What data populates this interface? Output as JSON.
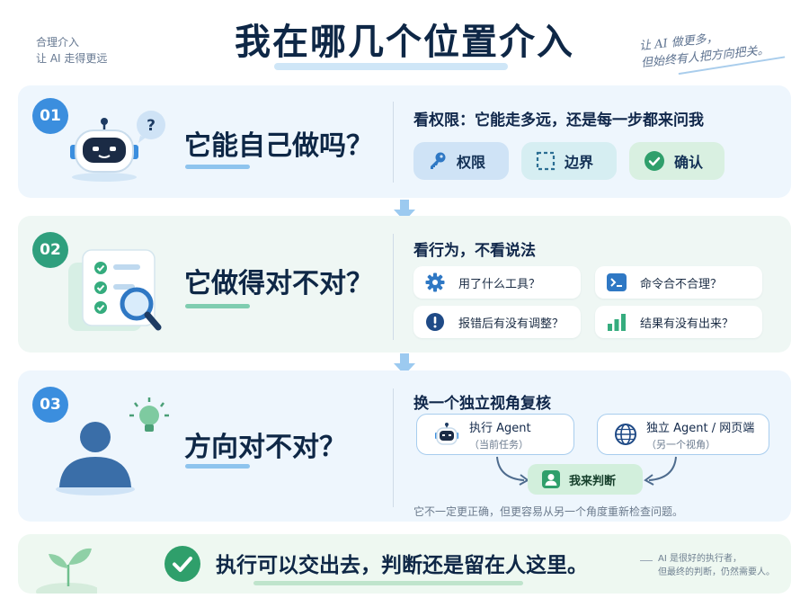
{
  "header": {
    "title": "我在哪几个位置介入",
    "left_note": [
      "合理介入",
      "让 AI 走得更远"
    ],
    "right_note": [
      "让 AI 做更多，",
      "但始终有人把方向把关。"
    ]
  },
  "steps": [
    {
      "number": "01",
      "question": "它能自己做吗？",
      "subtitle": "看权限：它能走多远，还是每一步都来问我",
      "pills": [
        {
          "icon": "key-icon",
          "label": "权限"
        },
        {
          "icon": "dashed-square-icon",
          "label": "边界"
        },
        {
          "icon": "check-circle-icon",
          "label": "确认"
        }
      ]
    },
    {
      "number": "02",
      "question": "它做得对不对？",
      "subtitle": "看行为，不看说法",
      "checks": [
        {
          "icon": "gear-icon",
          "label": "用了什么工具？"
        },
        {
          "icon": "terminal-icon",
          "label": "命令合不合理？"
        },
        {
          "icon": "exclamation-icon",
          "label": "报错后有没有调整？"
        },
        {
          "icon": "bar-chart-icon",
          "label": "结果有没有出来？"
        }
      ]
    },
    {
      "number": "03",
      "question": "方向对不对？",
      "subtitle": "换一个独立视角复核",
      "exec_agent": {
        "title": "执行 Agent",
        "sub": "（当前任务）"
      },
      "indep_agent": {
        "title": "独立 Agent / 网页端",
        "sub": "（另一个视角）"
      },
      "judge": "我来判断",
      "note": "它不一定更正确，但更容易从另一个角度重新检查问题。"
    }
  ],
  "footer": {
    "text": "执行可以交出去，判断还是留在人这里。",
    "note": [
      "AI 是很好的执行者，",
      "但最终的判断，仍然需要人。"
    ]
  },
  "colors": {
    "blue": "#3b8ede",
    "green": "#2f9f7d",
    "navy": "#0e2746"
  }
}
